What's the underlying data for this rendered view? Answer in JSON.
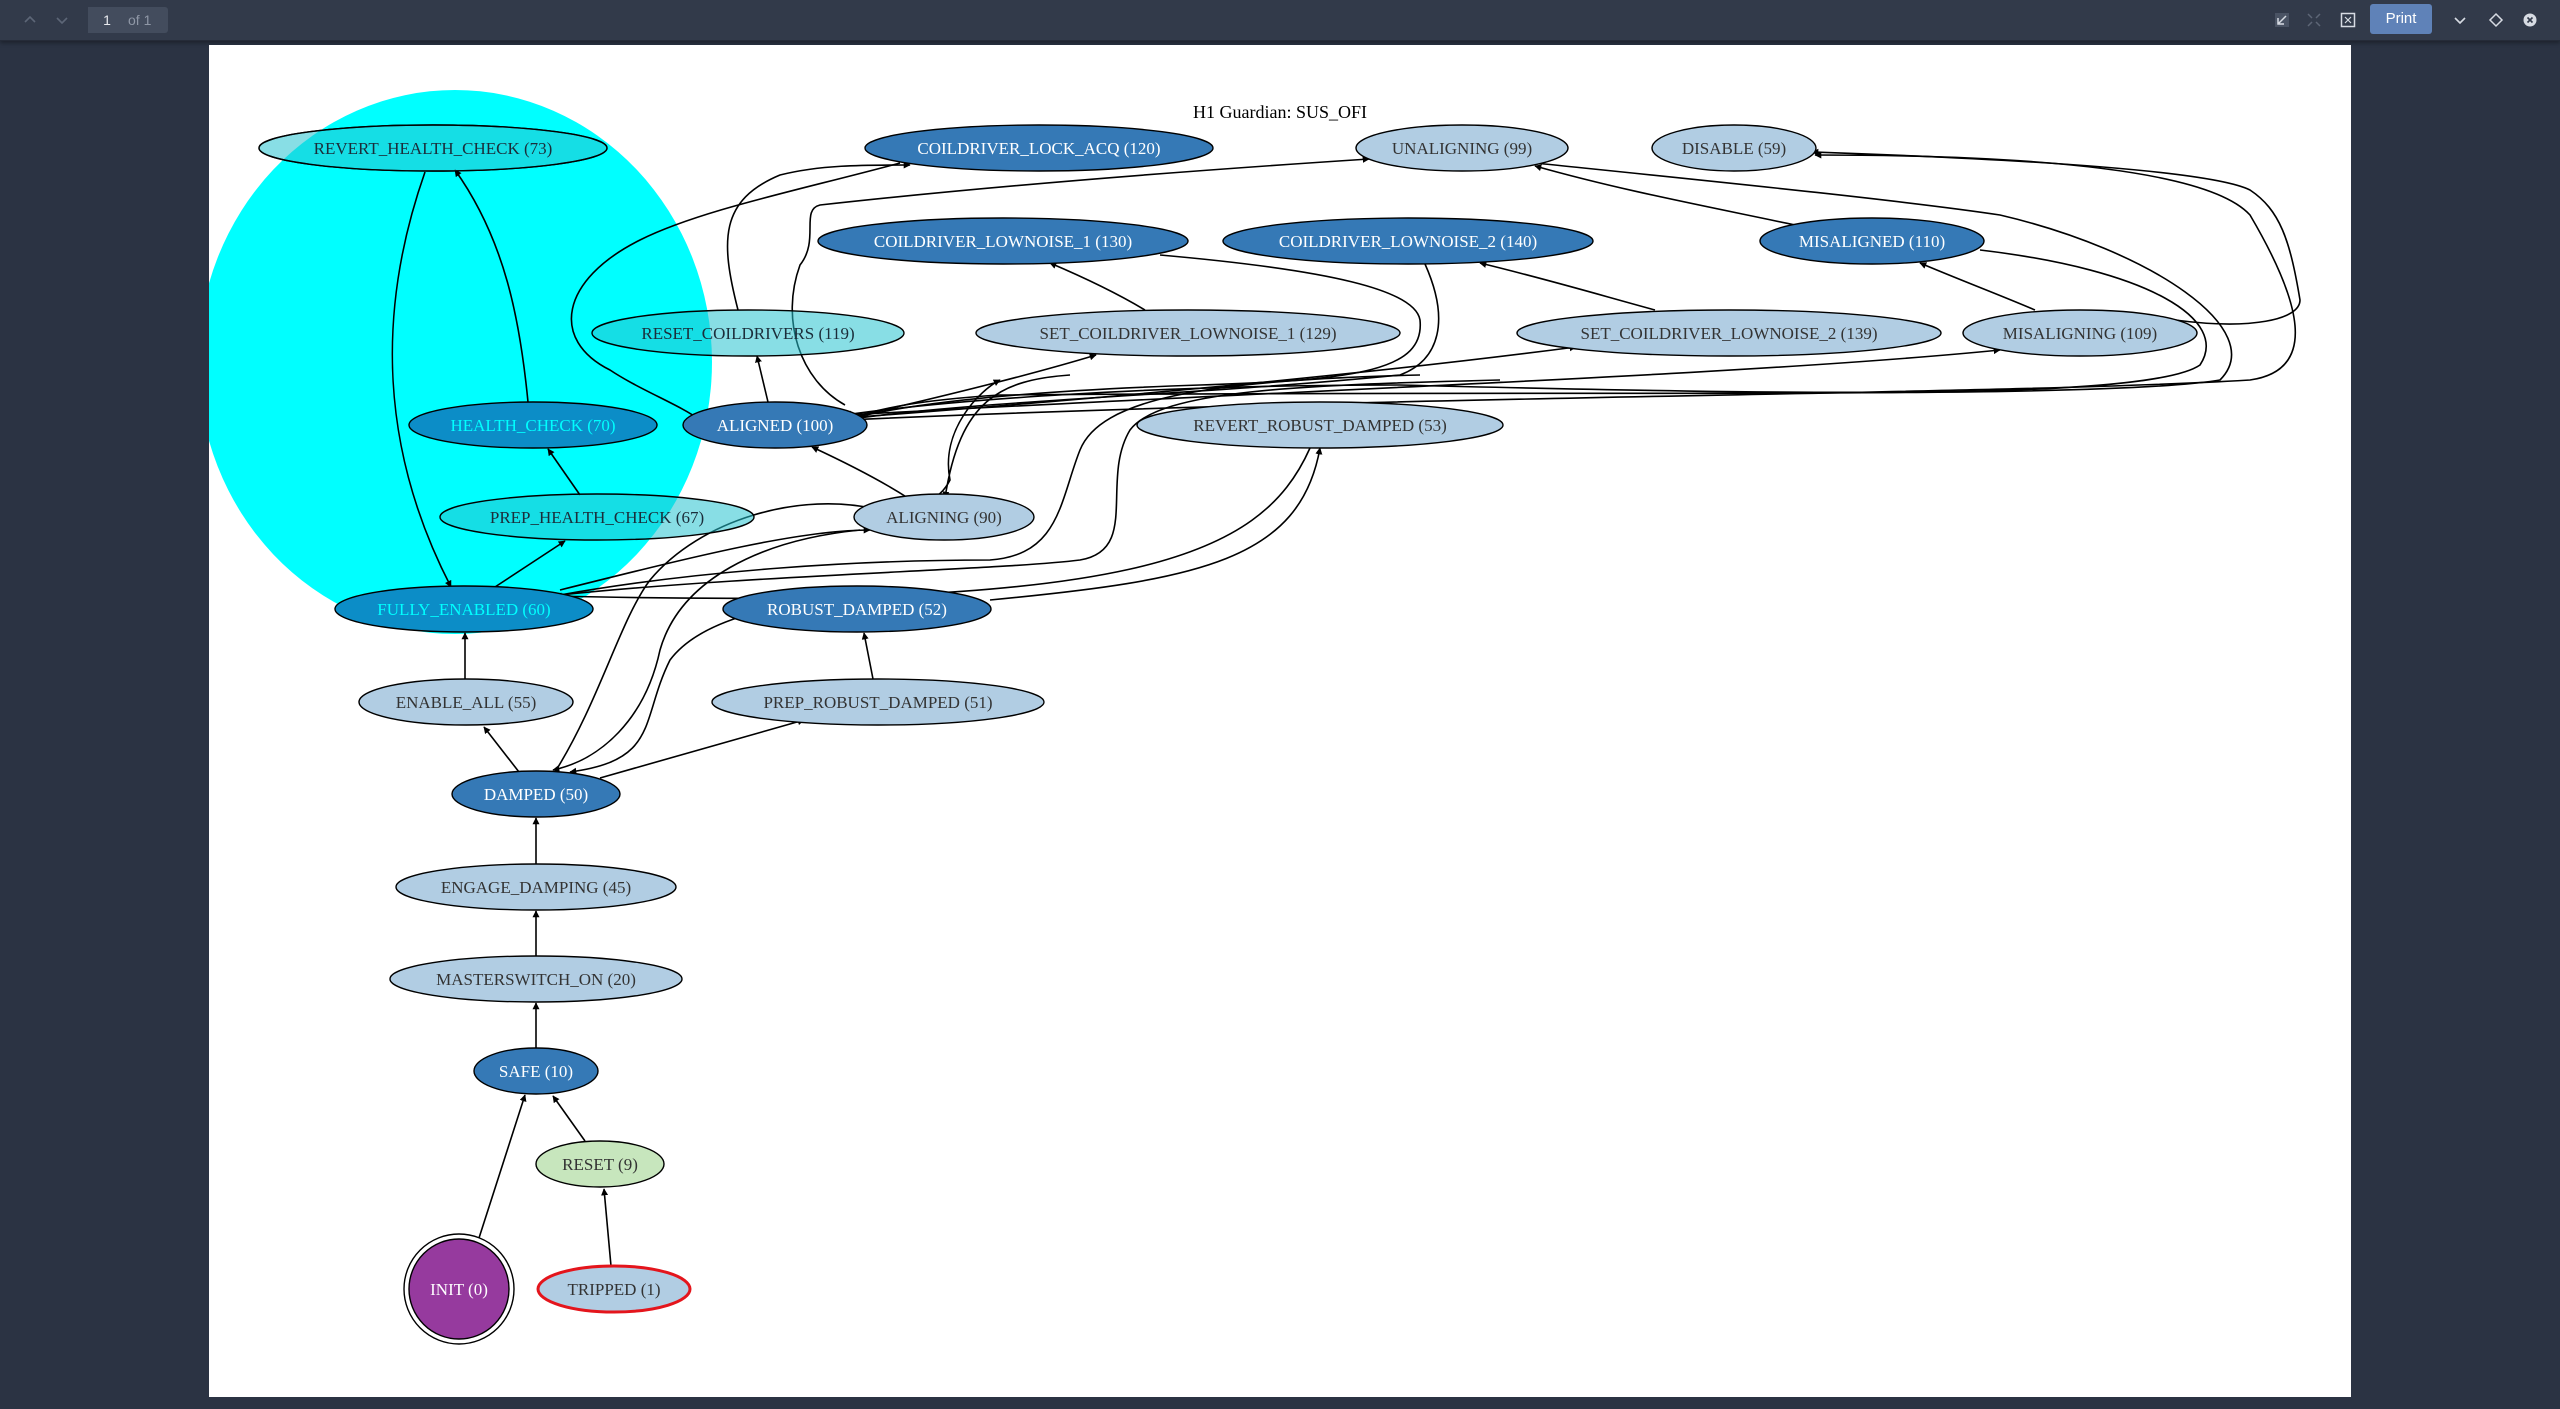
{
  "toolbar": {
    "page_current": "1",
    "page_of": "of 1",
    "print_label": "Print",
    "icons": [
      "chevron-up-icon",
      "chevron-down-icon",
      "fit-width-icon",
      "fit-page-icon",
      "fullscreen-icon",
      "chevron-down-icon",
      "diamond-icon",
      "close-icon"
    ]
  },
  "diagram": {
    "title": "H1 Guardian: SUS_OFI",
    "colors": {
      "highlight": "#00ffff",
      "dark": "#3579b6",
      "light": "#b1cde3",
      "reset": "#c7e6bd",
      "init": "#963a9e",
      "tripped_border": "#e4151c"
    },
    "nodes": {
      "revert_health_check": "REVERT_HEALTH_CHECK (73)",
      "coildriver_lock_acq": "COILDRIVER_LOCK_ACQ (120)",
      "unaligning": "UNALIGNING (99)",
      "disable": "DISABLE (59)",
      "coildriver_lownoise_1": "COILDRIVER_LOWNOISE_1 (130)",
      "coildriver_lownoise_2": "COILDRIVER_LOWNOISE_2 (140)",
      "misaligned": "MISALIGNED (110)",
      "reset_coildrivers": "RESET_COILDRIVERS (119)",
      "set_coildriver_lownoise_1": "SET_COILDRIVER_LOWNOISE_1 (129)",
      "set_coildriver_lownoise_2": "SET_COILDRIVER_LOWNOISE_2 (139)",
      "misaligning": "MISALIGNING (109)",
      "health_check": "HEALTH_CHECK (70)",
      "aligned": "ALIGNED (100)",
      "revert_robust_damped": "REVERT_ROBUST_DAMPED (53)",
      "prep_health_check": "PREP_HEALTH_CHECK (67)",
      "aligning": "ALIGNING (90)",
      "fully_enabled": "FULLY_ENABLED (60)",
      "robust_damped": "ROBUST_DAMPED (52)",
      "enable_all": "ENABLE_ALL (55)",
      "prep_robust_damped": "PREP_ROBUST_DAMPED (51)",
      "damped": "DAMPED (50)",
      "engage_damping": "ENGAGE_DAMPING (45)",
      "masterswitch_on": "MASTERSWITCH_ON (20)",
      "safe": "SAFE (10)",
      "reset": "RESET (9)",
      "init": "INIT (0)",
      "tripped": "TRIPPED (1)"
    }
  }
}
